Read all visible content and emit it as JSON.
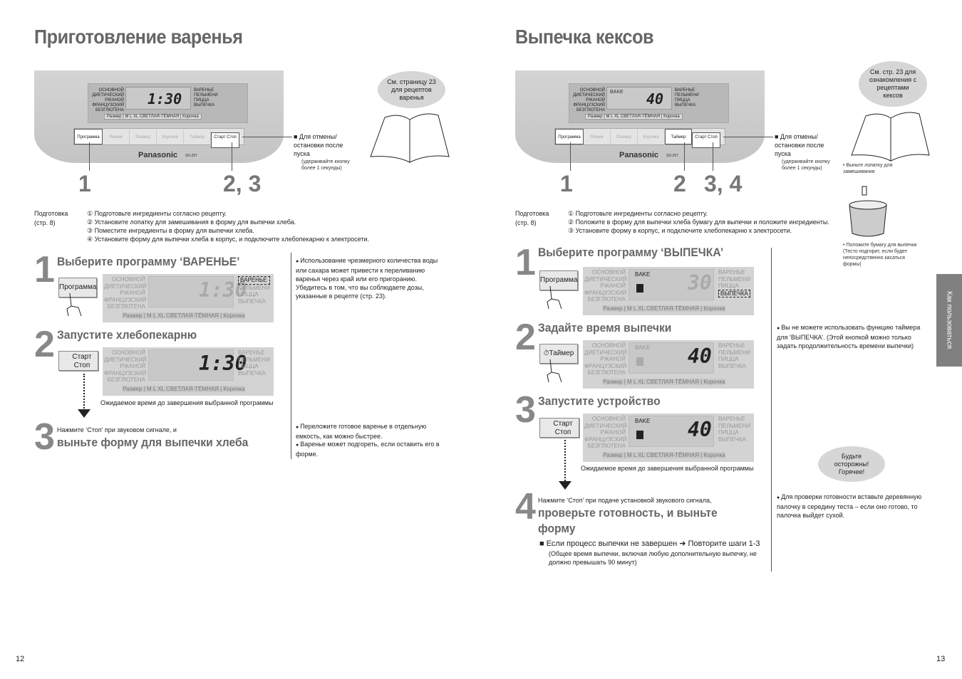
{
  "left": {
    "title": "Приготовление варенья",
    "bubble": "См. страницу 23 для рецептов варенья",
    "cancel_title": "■ Для отмены/ остановки после пуска",
    "cancel_sub": "(удерживайте кнопку более 1 секунды)",
    "callout_1": "1",
    "callout_23": "2, 3",
    "prep_label": "Подготовка (стр. 8)",
    "prep_steps": [
      "① Подготовьте ингредиенты согласно рецепту.",
      "② Установите лопатку для замешивания в форму для выпечки хлеба.",
      "③ Поместите ингредиенты в форму для выпечки хлеба.",
      "④ Установите форму для выпечки хлеба в корпус, и подключите хлебопекарню к электросети."
    ],
    "step1_num": "1",
    "step1_title": "Выберите программу ‘ВАРЕНЬЕ’",
    "step1_key": "Программа",
    "step1_note": "Использование чрезмерного количества воды или сахара может привести к переливанию варенья через край или его пригоранию. Убедитесь в том, что вы соблюдаете дозы, указанные в рецепте (стр. 23).",
    "step2_num": "2",
    "step2_title": "Запустите хлебопекарню",
    "step2_key": "Старт Стоп",
    "step2_caption": "Ожидаемое время до завершения выбранной программы",
    "step3_num": "3",
    "step3_pre": "Нажмите ‘Стоп’ при звуковом сигнале, и",
    "step3_title": "выньте форму для выпечки хлеба",
    "step3_notes": [
      "Переложите готовое варенье в отдельную емкость, как можно быстрее.",
      "Варенье может подгореть, если оставить его в форме."
    ],
    "page_number": "12",
    "time": "1:30"
  },
  "right": {
    "title": "Выпечка кексов",
    "bubble": "См. стр. 23 для ознакомления с рецептами кексов",
    "cancel_title": "■ Для отмены/ остановки после пуска",
    "cancel_sub": "(удерживайте кнопку более 1 секунды)",
    "callout_1": "1",
    "callout_2": "2",
    "callout_34": "3, 4",
    "side_note_1": "• Выньте лопатку для замешивания",
    "side_note_2": "• Положите бумагу для выпечки (Тесто подгорит, если будет непосредственно касаться формы)",
    "prep_label": "Подготовка (стр. 8)",
    "prep_steps": [
      "① Подготовьте ингредиенты согласно рецепту.",
      "② Положите в форму для выпечки хлеба бумагу для выпечки и положите ингредиенты.",
      "③ Установите форму в корпус, и подключите хлебопекарню к электросети."
    ],
    "step1_num": "1",
    "step1_title": "Выберите программу ‘ВЫПЕЧКА’",
    "step1_key": "Программа",
    "step2_num": "2",
    "step2_title": "Задайте время выпечки",
    "step2_key": "Таймер",
    "step2_note": "Вы не можете использовать функцию таймера для ‘ВЫПЕЧКА’. (Этой кнопкой можно только задать продолжительность времени выпечки)",
    "step3_num": "3",
    "step3_title": "Запустите устройство",
    "step3_key": "Старт Стоп",
    "step3_caption": "Ожидаемое время до завершения выбранной программы",
    "careful": "Будьте осторожны! Горячее!",
    "step4_num": "4",
    "step4_pre": "Нажмите ‘Стоп’ при подаче установкой звукового сигнала,",
    "step4_title": "проверьте готовность, и выньте форму",
    "step4_sub": "■ Если процесс выпечки не завершен ➜ Повторите шаги 1-3",
    "step4_sub2": "(Общее время выпечки, включая любую дополнительную выпечку, не должно превышать 90 минут)",
    "step4_note": "Для проверки готовности вставьте деревянную палочку в середину теста – если оно готово, то палочка выйдет сухой.",
    "tab_label": "Как пользоваться",
    "page_number": "13",
    "time_30": "30",
    "time_40": "40",
    "bake_label": "BAKE"
  },
  "panel": {
    "menu_left": [
      "ОСНОВНОЙ",
      "ДИЕТИЧЕСКИЙ",
      "РЖАНОЙ",
      "ФРАНЦУЗСКИЙ",
      "БЕЗГЛЮТЕНА"
    ],
    "menu_right": [
      "ВАРЕНЬЕ",
      "ПЕЛЬМЕНИ",
      "ПИЦЦА",
      "ВЫПЕЧКА"
    ],
    "size_bar": "Размер | M L XL СВЕТЛАЯ-ТЁМНАЯ | Корочка",
    "buttons": [
      "Программа",
      "Режим",
      "Размер",
      "Корочка",
      "Таймер",
      "Старт Стоп"
    ],
    "brand": "Panasonic",
    "model": "SD-257"
  }
}
